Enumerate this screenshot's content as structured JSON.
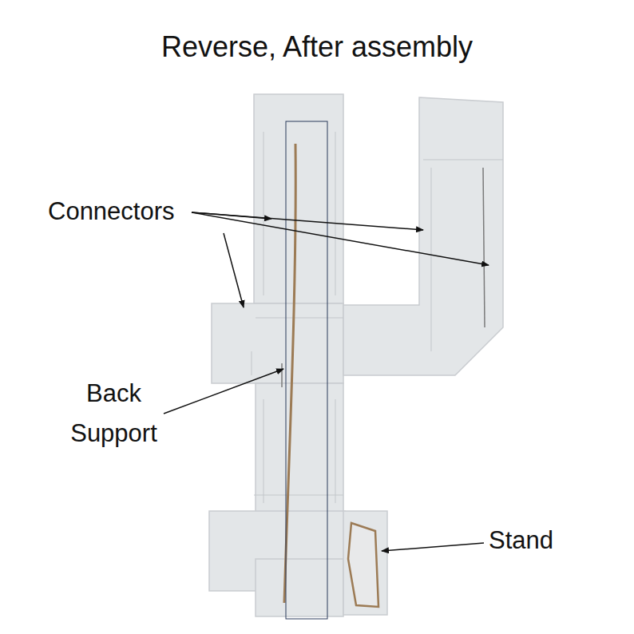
{
  "diagram": {
    "title": "Reverse, After assembly",
    "labels": [
      "Connectors",
      "Back Support",
      "Stand"
    ]
  }
}
